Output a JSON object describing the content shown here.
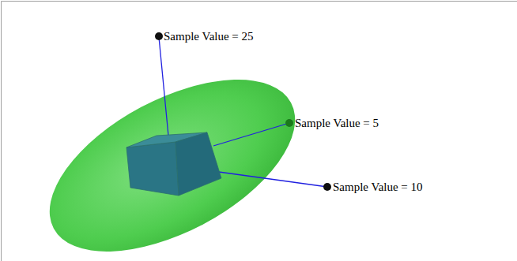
{
  "diagram": {
    "labels": [
      "Sample Value = 25",
      "Sample Value = 5",
      "Sample Value = 10"
    ]
  }
}
